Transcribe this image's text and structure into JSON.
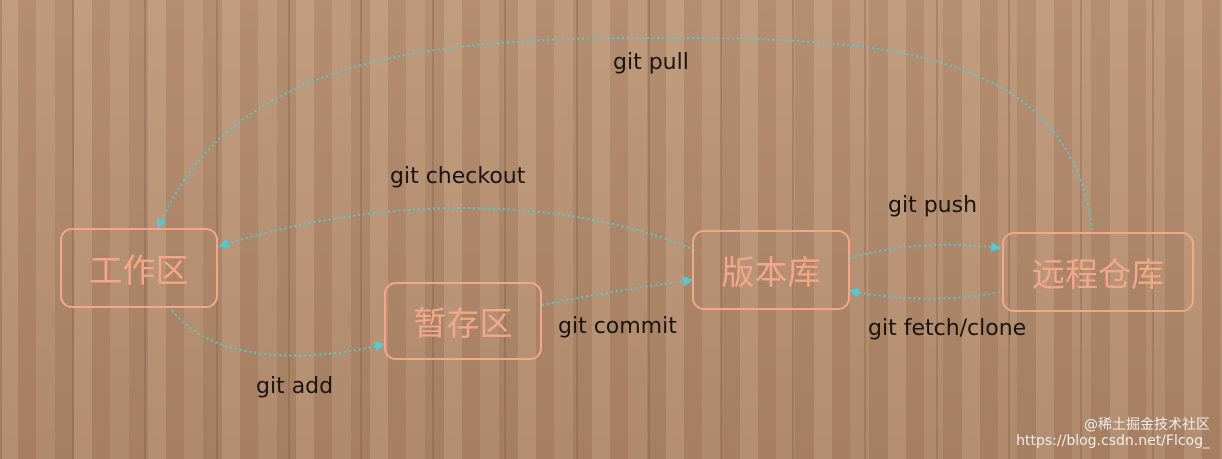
{
  "diagram": {
    "nodes": {
      "workspace": "工作区",
      "staging": "暂存区",
      "repository": "版本库",
      "remote": "远程仓库"
    },
    "edges": {
      "add": "git add",
      "commit": "git commit",
      "checkout": "git checkout",
      "push": "git push",
      "fetch_clone": "git fetch/clone",
      "pull": "git pull"
    },
    "colors": {
      "node_border": "#f3a689",
      "arrow": "#55c8d2",
      "label_text": "#1a1410"
    }
  },
  "watermark": {
    "line1": "@稀土掘金技术社区",
    "line2": "https://blog.csdn.net/Flcog_"
  }
}
